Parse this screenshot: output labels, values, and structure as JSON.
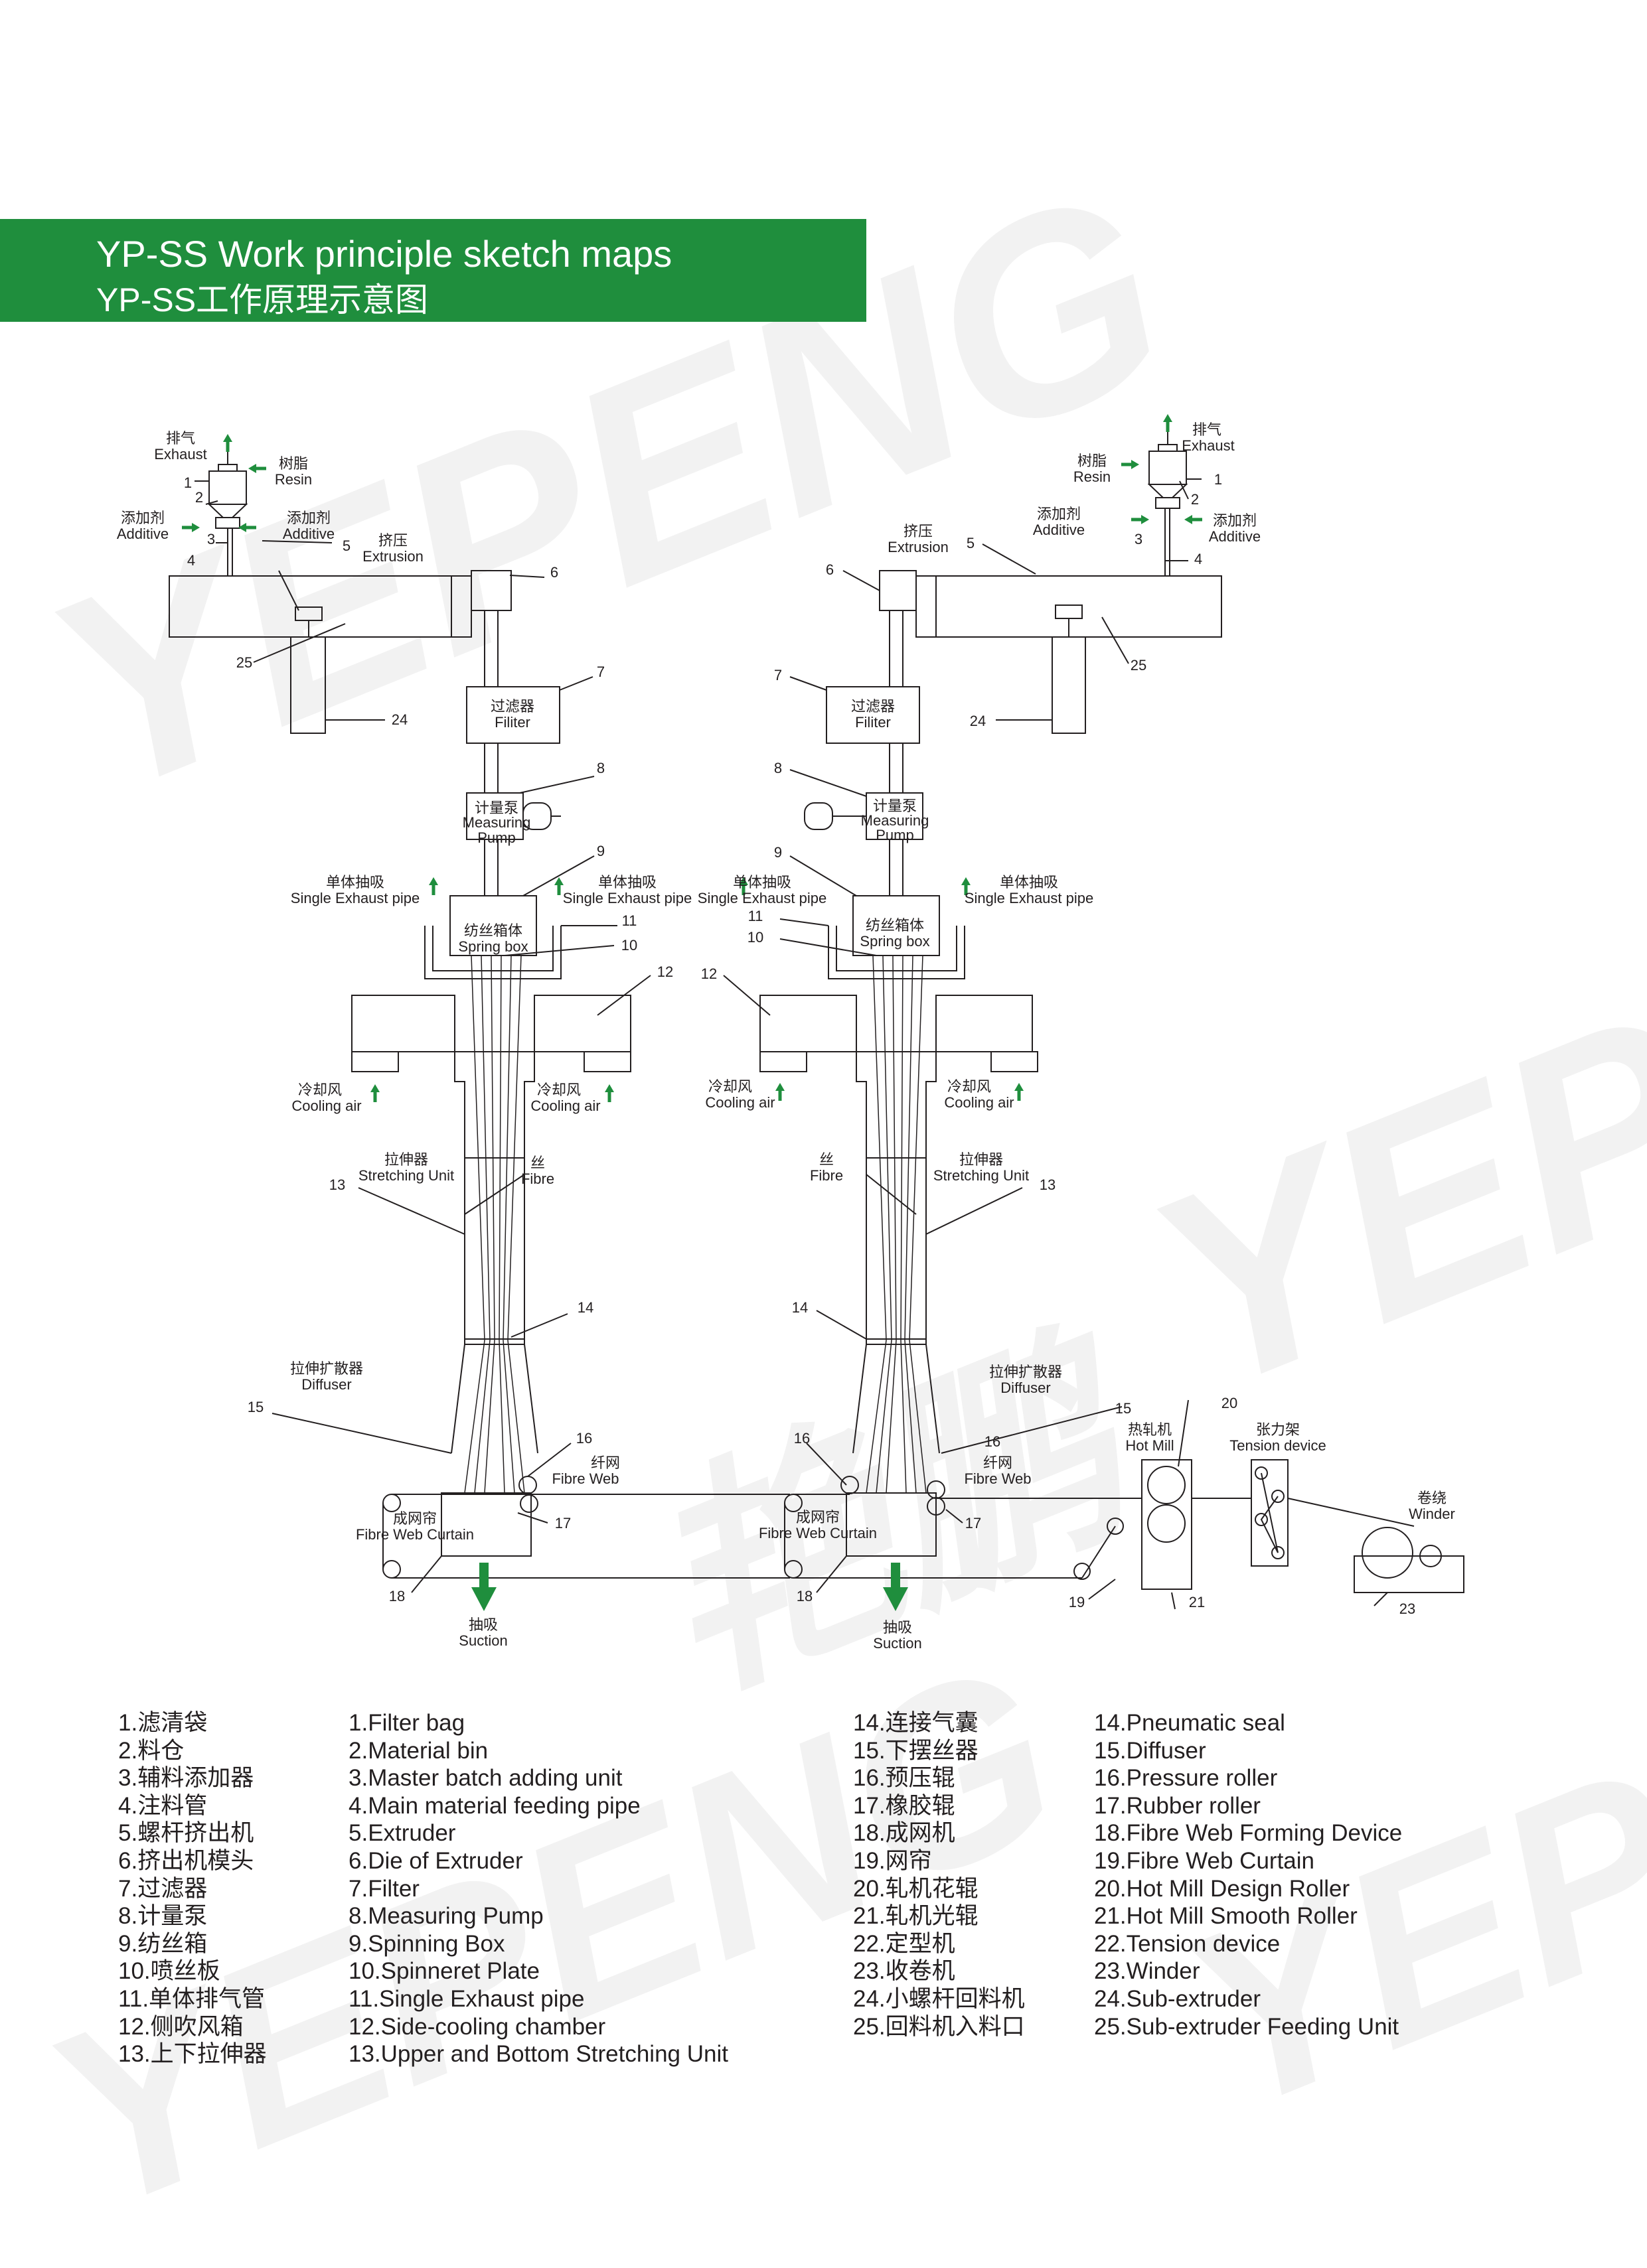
{
  "header": {
    "title_en": "YP-SS  Work principle sketch maps",
    "title_zh": "YP-SS工作原理示意图",
    "color": "#1f8e3d"
  },
  "watermark": {
    "text_en": "YEPENG",
    "text_zh": "艳鹏"
  },
  "labels": {
    "exhaust_zh": "排气",
    "exhaust_en": "Exhaust",
    "resin_zh": "树脂",
    "resin_en": "Resin",
    "additive_zh": "添加剂",
    "additive_en": "Additive",
    "extrusion_zh": "挤压",
    "extrusion_en": "Extrusion",
    "filter_zh": "过滤器",
    "filter_en": "Filiter",
    "pump_zh": "计量泵",
    "pump_en": "Measuring",
    "pump_en2": "Pump",
    "sep_zh": "单体抽吸",
    "sep_en": "Single Exhaust pipe",
    "box_zh": "纺丝箱体",
    "box_en": "Spring box",
    "cool_zh": "冷却风",
    "cool_en": "Cooling air",
    "stretch_zh": "拉伸器",
    "stretch_en": "Stretching Unit",
    "fibre_zh": "丝",
    "fibre_en": "Fibre",
    "diffuser_zh": "拉伸扩散器",
    "diffuser_en": "Diffuser",
    "web_zh": "纤网",
    "web_en": "Fibre Web",
    "curtain_zh": "成网帘",
    "curtain_en": "Fibre Web Curtain",
    "suction_zh": "抽吸",
    "suction_en": "Suction",
    "hotmill_zh": "热轧机",
    "hotmill_en": "Hot Mill",
    "tension_zh": "张力架",
    "tension_en": "Tension device",
    "winder_zh": "卷绕",
    "winder_en": "Winder"
  },
  "numbers": [
    "1",
    "2",
    "3",
    "4",
    "5",
    "6",
    "7",
    "8",
    "9",
    "10",
    "11",
    "12",
    "13",
    "14",
    "15",
    "16",
    "17",
    "18",
    "19",
    "20",
    "21",
    "23",
    "24",
    "25"
  ],
  "legend": {
    "col1": [
      "1.滤清袋",
      "2.料仓",
      "3.辅料添加器",
      "4.注料管",
      "5.螺杆挤出机",
      "6.挤出机模头",
      "7.过滤器",
      "8.计量泵",
      "9.纺丝箱",
      "10.喷丝板",
      "11.单体排气管",
      "12.侧吹风箱",
      "13.上下拉伸器"
    ],
    "col2": [
      "1.Filter bag",
      "2.Material bin",
      "3.Master batch adding unit",
      "4.Main material feeding pipe",
      "5.Extruder",
      "6.Die of Extruder",
      "7.Filter",
      "8.Measuring Pump",
      "9.Spinning Box",
      "10.Spinneret Plate",
      "11.Single Exhaust pipe",
      "12.Side-cooling chamber",
      "13.Upper and Bottom Stretching Unit"
    ],
    "col3": [
      "14.连接气囊",
      "15.下摆丝器",
      "16.预压辊",
      "17.橡胶辊",
      "18.成网机",
      "19.网帘",
      "20.轧机花辊",
      "21.轧机光辊",
      "22.定型机",
      "23.收卷机",
      "24.小螺杆回料机",
      "25.回料机入料口"
    ],
    "col4": [
      "14.Pneumatic seal",
      "15.Diffuser",
      "16.Pressure roller",
      "17.Rubber roller",
      "18.Fibre Web Forming Device",
      "19.Fibre Web Curtain",
      "20.Hot Mill Design Roller",
      "21.Hot Mill Smooth Roller",
      "22.Tension device",
      "23.Winder",
      "24.Sub-extruder",
      "25.Sub-extruder Feeding Unit"
    ]
  }
}
